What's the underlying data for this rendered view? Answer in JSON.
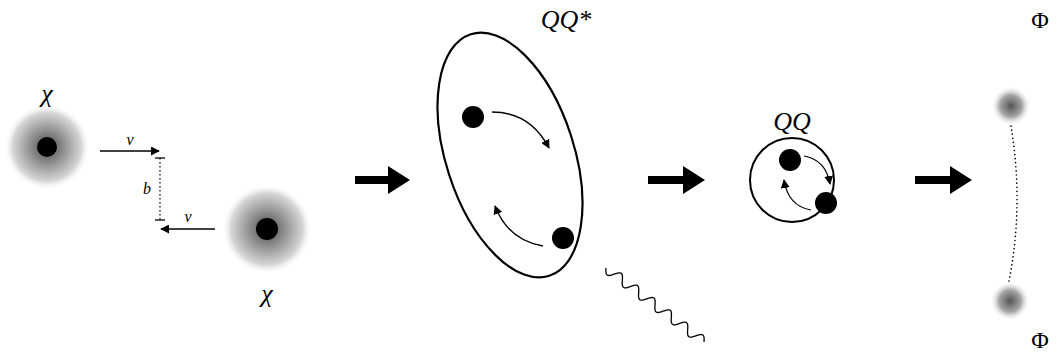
{
  "diagram": {
    "nodes": [
      {
        "text": [
          "χ"
        ]
      },
      {
        "text": [
          "χ"
        ]
      },
      {
        "text": [
          "QQ*"
        ]
      },
      {
        "text": [
          "QQ"
        ]
      },
      {
        "text": [
          "Φ"
        ]
      },
      {
        "text": [
          "Φ"
        ]
      }
    ],
    "labels": [
      "v",
      "b",
      "v"
    ]
  }
}
